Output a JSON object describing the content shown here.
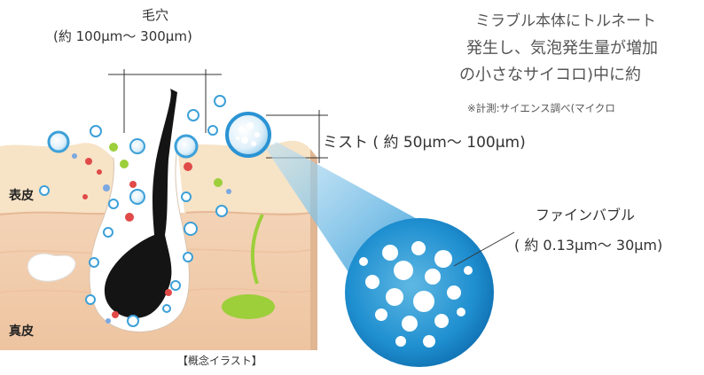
{
  "pore": {
    "title": "毛穴",
    "size": "(約 100µm～ 300µm)"
  },
  "intro": {
    "line1": "ミラブル本体にトルネート",
    "line2": "発生し、気泡発生量が増加",
    "line3": "の小さなサイコロ)中に約",
    "note": "※計測:サイエンス調べ(マイクロ"
  },
  "mist": {
    "label": "ミスト ( 約 50µm～ 100µm)"
  },
  "fine_bubble": {
    "title": "ファインバブル",
    "size": "( 約 0.13µm～ 30µm)"
  },
  "layers": {
    "epidermis": "表皮",
    "dermis": "真皮"
  },
  "caption": "【概念イラスト】"
}
